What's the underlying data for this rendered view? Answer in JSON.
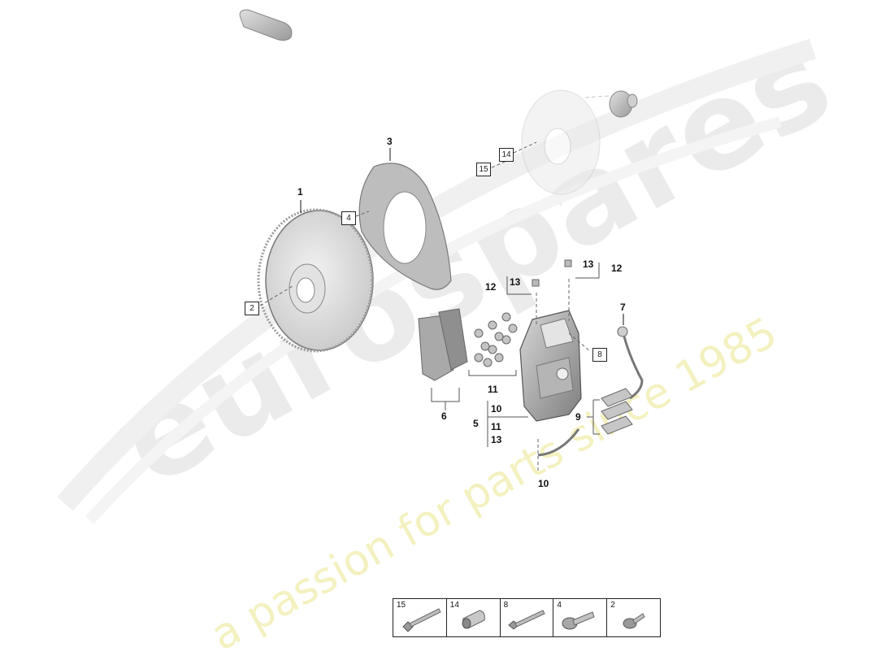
{
  "watermark": {
    "brand": "eurospares",
    "tagline": "a passion for parts since 1985",
    "brand_color": "#e8e8e8",
    "tagline_color": "#f3f0b8"
  },
  "callouts": {
    "c1": "1",
    "c3": "3",
    "c6": "6",
    "c7": "7",
    "c9": "9",
    "c10_bottom": "10",
    "c11": "11",
    "c12_left": "12",
    "c13_left": "13",
    "c12_right": "12",
    "c13_right": "13",
    "c5": "5",
    "c5_10": "10",
    "c5_11": "11",
    "c5_13": "13"
  },
  "boxed_callouts": {
    "b2": "2",
    "b4": "4",
    "b8": "8",
    "b14": "14",
    "b15": "15"
  },
  "hardware_table": [
    {
      "num": "15",
      "icon": "long-bolt-icon"
    },
    {
      "num": "14",
      "icon": "sleeve-icon"
    },
    {
      "num": "8",
      "icon": "bolt-icon"
    },
    {
      "num": "4",
      "icon": "flange-bolt-icon"
    },
    {
      "num": "2",
      "icon": "countersunk-screw-icon"
    }
  ]
}
